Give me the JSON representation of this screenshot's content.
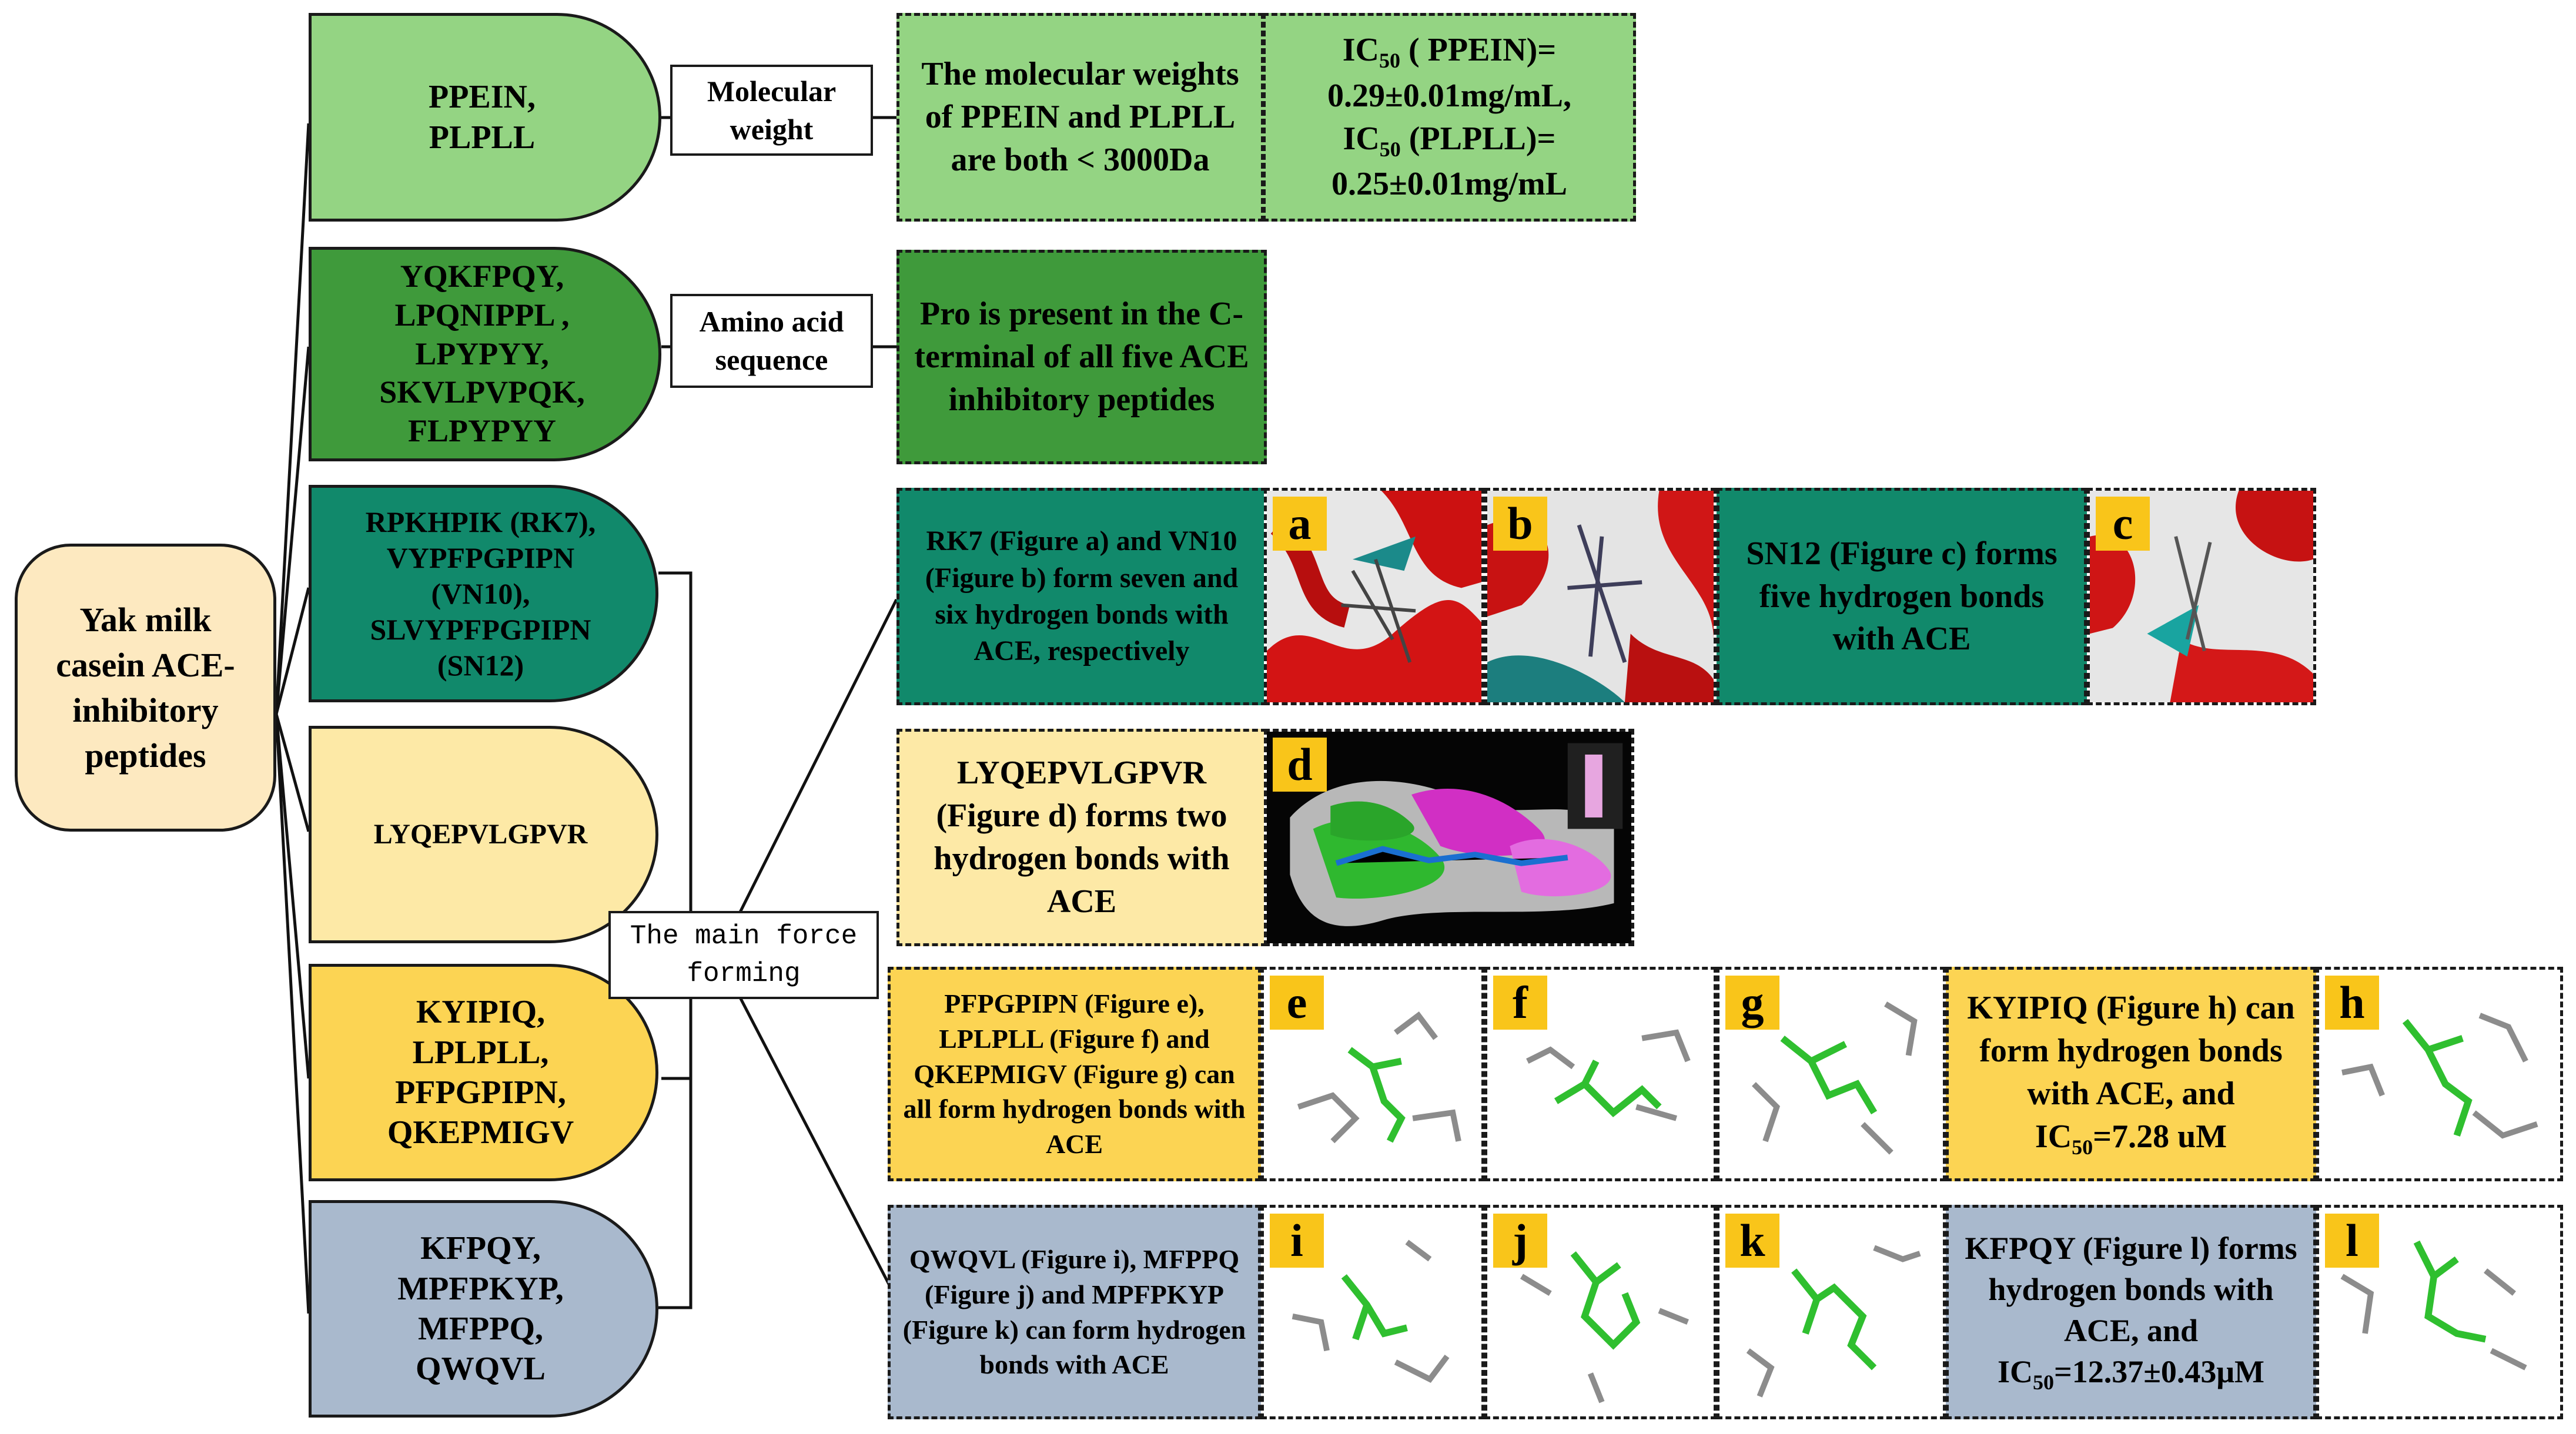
{
  "root": {
    "label": "Yak milk casein ACE-inhibitory peptides"
  },
  "categories": [
    {
      "text": "PPEIN,\nPLPLL"
    },
    {
      "text": "YQKFPQY,\nLPQNIPPL ,\nLPYPYY,\nSKVLPVPQK,\nFLPYPYY"
    },
    {
      "text": "RPKHPIK (RK7),\nVYPFPGPIPN\n(VN10),\nSLVYPFPGPIPN\n(SN12)"
    },
    {
      "text": "LYQEPVLGPVR"
    },
    {
      "text": "KYIPIQ,\nLPLPLL,\nPFPGPIPN,\nQKEPMIGV"
    },
    {
      "text": "KFPQY,\nMPFPKYP,\nMFPPQ,\nQWQVL"
    }
  ],
  "labels": {
    "molecular_weight": "Molecular weight",
    "amino_acid_sequence": "Amino acid sequence",
    "main_force": "The main force forming"
  },
  "findings": {
    "mw_text": "The molecular weights of PPEIN and PLPLL are both < 3000Da",
    "ic50_line1": "IC",
    "ic50_sub1": "50",
    "ic50_line1_rest": " ( PPEIN)=",
    "ic50_line2": "0.29±0.01mg/mL,",
    "ic50_line3": "IC",
    "ic50_sub3": "50",
    "ic50_line3_rest": " (PLPLL)=",
    "ic50_line4": "0.25±0.01mg/mL",
    "pro_text": "Pro is present in the C-terminal of all five ACE inhibitory peptides",
    "rk7_text": "RK7 (Figure a) and VN10 (Figure b) form seven and six hydrogen bonds with ACE, respectively",
    "sn12_text": "SN12 (Figure c) forms five hydrogen bonds with ACE",
    "lyq_text": "LYQEPVLGPVR (Figure d) forms two hydrogen bonds with ACE",
    "pfp_text": "PFPGPIPN (Figure e), LPLPLL (Figure f) and QKEPMIGV (Figure g) can all form hydrogen bonds with ACE",
    "kyi_pre": "KYIPIQ (Figure h) can form hydrogen bonds with ACE, and IC",
    "kyi_sub": "50",
    "kyi_post": "=7.28 uM",
    "qwq_text": "QWQVL (Figure i), MFPPQ (Figure j) and MPFPKYP (Figure k) can form hydrogen bonds with ACE",
    "kfp_pre": "KFPQY (Figure l) forms hydrogen bonds with ACE, and IC",
    "kfp_sub": "50",
    "kfp_post": "=12.37±0.43μM"
  },
  "figure_letters": [
    "a",
    "b",
    "c",
    "d",
    "e",
    "f",
    "g",
    "h",
    "i",
    "j",
    "k",
    "l"
  ],
  "colors": {
    "root": "#fde9c0",
    "mw": "#94d483",
    "sequence": "#3f9a3b",
    "hbond": "#11896b",
    "lyq": "#fde9a6",
    "kyi": "#fcd453",
    "kfp": "#a9b9cd",
    "letter_tag": "#f9c51a"
  }
}
